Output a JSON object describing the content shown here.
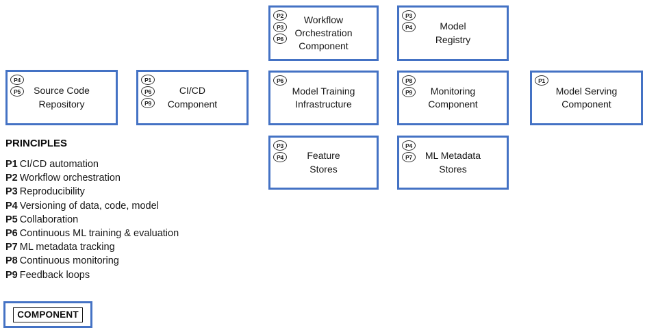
{
  "colors": {
    "box_border": "#4472C4",
    "badge_outline": "#2d2d2d",
    "text": "#161616"
  },
  "components": [
    {
      "name": "source-code-repository",
      "label": "Source Code\nRepository",
      "badges": [
        "P4",
        "P5"
      ]
    },
    {
      "name": "cicd-component",
      "label": "CI/CD\nComponent",
      "badges": [
        "P1",
        "P6",
        "P9"
      ]
    },
    {
      "name": "workflow-orchestration-component",
      "label": "Workflow\nOrchestration\nComponent",
      "badges": [
        "P2",
        "P3",
        "P6"
      ]
    },
    {
      "name": "model-training-infrastructure",
      "label": "Model Training\nInfrastructure",
      "badges": [
        "P6"
      ]
    },
    {
      "name": "feature-stores",
      "label": "Feature\nStores",
      "badges": [
        "P3",
        "P4"
      ]
    },
    {
      "name": "model-registry",
      "label": "Model\nRegistry",
      "badges": [
        "P3",
        "P4"
      ]
    },
    {
      "name": "monitoring-component",
      "label": "Monitoring\nComponent",
      "badges": [
        "P8",
        "P9"
      ]
    },
    {
      "name": "ml-metadata-stores",
      "label": "ML Metadata\nStores",
      "badges": [
        "P4",
        "P7"
      ]
    },
    {
      "name": "model-serving-component",
      "label": "Model Serving\nComponent",
      "badges": [
        "P1"
      ]
    }
  ],
  "principles": {
    "heading": "PRINCIPLES",
    "items": [
      {
        "id": "P1",
        "text": "CI/CD automation"
      },
      {
        "id": "P2",
        "text": "Workflow orchestration"
      },
      {
        "id": "P3",
        "text": "Reproducibility"
      },
      {
        "id": "P4",
        "text": "Versioning of data, code, model"
      },
      {
        "id": "P5",
        "text": "Collaboration"
      },
      {
        "id": "P6",
        "text": "Continuous ML training & evaluation"
      },
      {
        "id": "P7",
        "text": "ML metadata tracking"
      },
      {
        "id": "P8",
        "text": "Continuous monitoring"
      },
      {
        "id": "P9",
        "text": "Feedback loops"
      }
    ]
  },
  "legend": {
    "label": "COMPONENT"
  }
}
